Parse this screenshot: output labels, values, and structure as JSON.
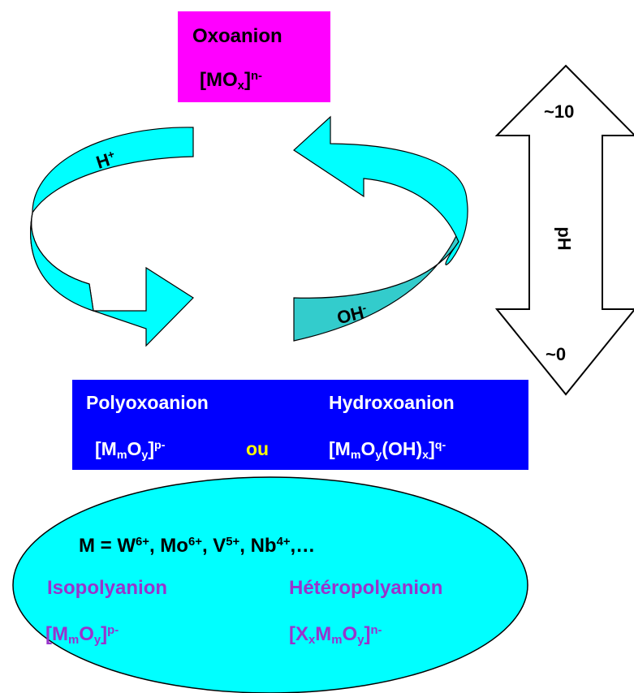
{
  "colors": {
    "oxoanion_box": "#ff00ff",
    "poly_box": "#0000ff",
    "arrow_fill": "#00ffff",
    "arrow_shade": "#33cccc",
    "ellipse_fill": "#00ffff",
    "purple_text": "#9933cc",
    "ou_text": "#ffff00"
  },
  "oxoanion": {
    "title": "Oxoanion",
    "formula": {
      "open": "[MO",
      "sub": "x",
      "close": "]",
      "charge": "n-"
    }
  },
  "cycle": {
    "left_label": {
      "base": "H",
      "charge": "+"
    },
    "right_label": {
      "base": "OH",
      "charge": "-"
    }
  },
  "ph_scale": {
    "label": "pH",
    "top": "~10",
    "bottom": "~0"
  },
  "products": {
    "left_title": "Polyoxoanion",
    "right_title": "Hydroxoanion",
    "connector": "ou",
    "left_formula": {
      "p1": "[M",
      "s1": "m",
      "p2": "O",
      "s2": "y",
      "p3": "]",
      "charge": "p-"
    },
    "right_formula": {
      "p1": "[M",
      "s1": "m",
      "p2": "O",
      "s2": "y",
      "p3": "(OH)",
      "s3": "x",
      "p4": "]",
      "charge": "q-"
    }
  },
  "ellipse": {
    "metals": {
      "lead": "M = W",
      "c1": "6+",
      "m2": ", Mo",
      "c2": "6+",
      "m3": ", V",
      "c3": "5+",
      "m4": ", Nb",
      "c4": "4+",
      "tail": ",…"
    },
    "iso_title": "Isopolyanion",
    "hetero_title": "Hétéropolyanion",
    "iso_formula": {
      "p1": "[M",
      "s1": "m",
      "p2": "O",
      "s2": "y",
      "p3": "]",
      "charge": "p-"
    },
    "hetero_formula": {
      "p1": "[X",
      "s1": "x",
      "p2": "M",
      "s2": "m",
      "p3": "O",
      "s3": "y",
      "p4": "]",
      "charge": "n-"
    }
  }
}
